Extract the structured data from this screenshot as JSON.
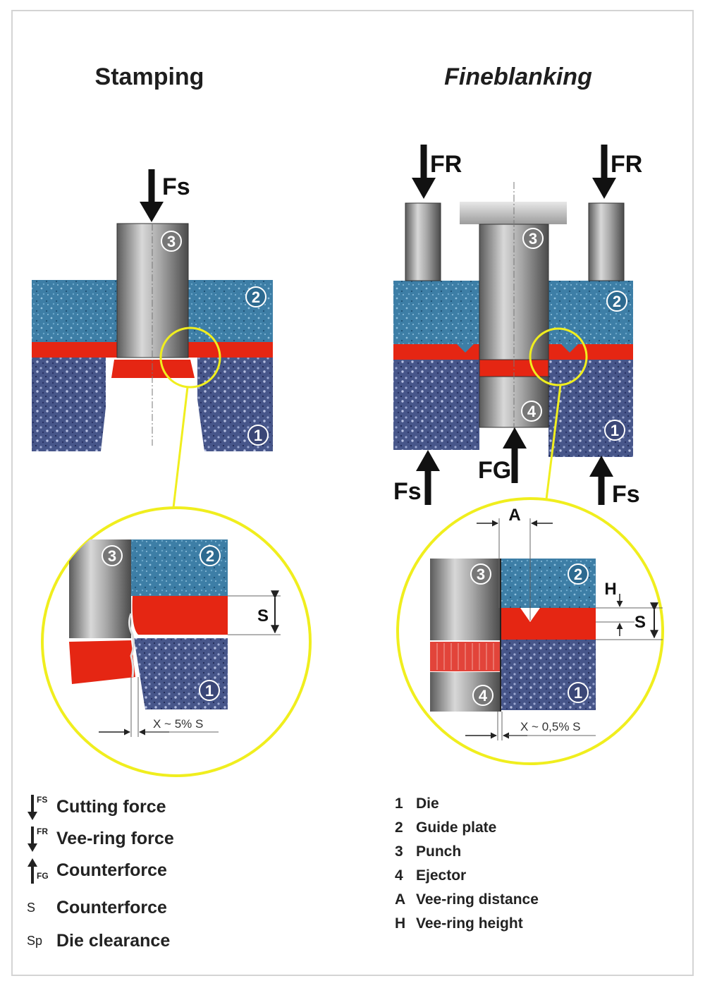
{
  "titles": {
    "left": "Stamping",
    "right": "Fineblanking"
  },
  "force_labels": {
    "cutting": "Fs",
    "vee_ring": "FR",
    "counter": "FG"
  },
  "part_numbers": {
    "die": "1",
    "guide_plate": "2",
    "punch": "3",
    "ejector": "4"
  },
  "dimensions": {
    "s": "S",
    "a": "A",
    "h": "H",
    "clearance_left": "X ~ 5% S",
    "clearance_right": "X ~ 0,5% S"
  },
  "legend_left": [
    {
      "symbol": "FS",
      "label": "Cutting force"
    },
    {
      "symbol": "FR",
      "label": "Vee-ring force"
    },
    {
      "symbol": "FG",
      "label": "Counterforce"
    },
    {
      "symbol": "S",
      "label": "Counterforce"
    },
    {
      "symbol": "Sp",
      "label": "Die clearance"
    }
  ],
  "legend_right": [
    {
      "key": "1",
      "label": "Die"
    },
    {
      "key": "2",
      "label": "Guide plate"
    },
    {
      "key": "3",
      "label": "Punch"
    },
    {
      "key": "4",
      "label": "Ejector"
    },
    {
      "key": "A",
      "label": "Vee-ring distance"
    },
    {
      "key": "H",
      "label": "Vee-ring height"
    }
  ],
  "colors": {
    "guide_plate": "#3f7fa8",
    "die": "#4a5a8e",
    "strip": "#e52613",
    "punch": "#9a9a9a",
    "highlight": "#f0ee1e"
  }
}
